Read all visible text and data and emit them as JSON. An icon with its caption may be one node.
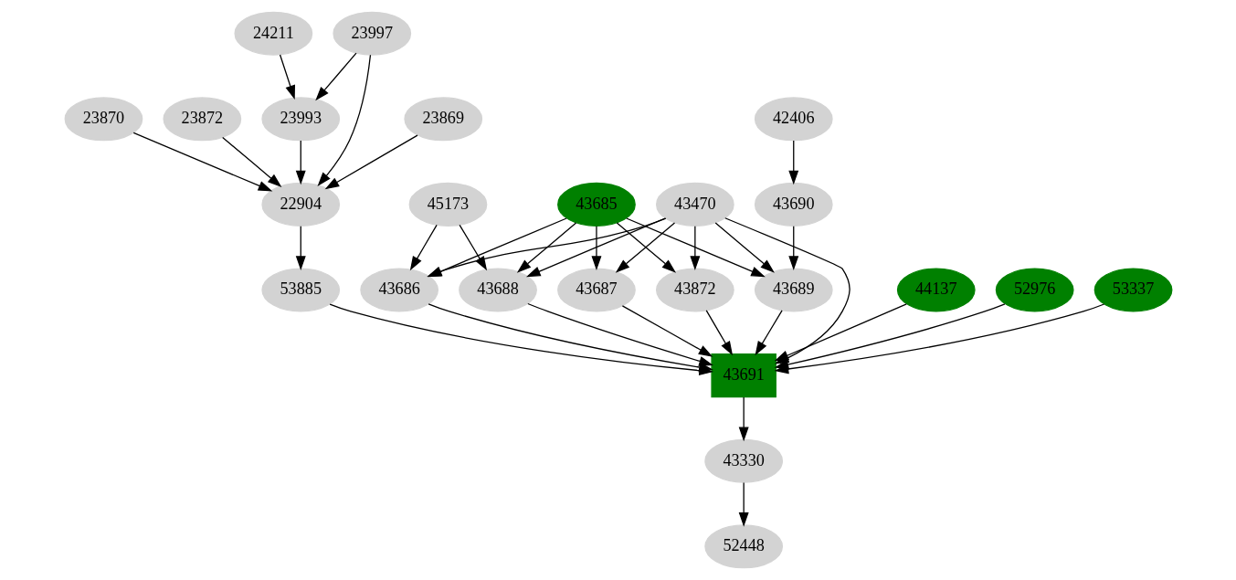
{
  "diagram": {
    "nodes": [
      {
        "text": [
          "24211"
        ]
      },
      {
        "text": [
          "23997"
        ]
      },
      {
        "text": [
          "42406"
        ]
      },
      {
        "text": [
          "23993"
        ]
      },
      {
        "text": [
          "23869"
        ]
      },
      {
        "text": [
          "23870"
        ]
      },
      {
        "text": [
          "23872"
        ]
      },
      {
        "text": [
          "45173"
        ]
      },
      {
        "text": [
          "43470"
        ]
      },
      {
        "text": [
          "43685"
        ]
      },
      {
        "text": [
          "43690"
        ]
      },
      {
        "text": [
          "22904"
        ]
      },
      {
        "text": [
          "44137"
        ]
      },
      {
        "text": [
          "52976"
        ]
      },
      {
        "text": [
          "53337"
        ]
      },
      {
        "text": [
          "43686"
        ]
      },
      {
        "text": [
          "43688"
        ]
      },
      {
        "text": [
          "43687"
        ]
      },
      {
        "text": [
          "43872"
        ]
      },
      {
        "text": [
          "43689"
        ]
      },
      {
        "text": [
          "53885"
        ]
      },
      {
        "text": [
          "43691"
        ]
      },
      {
        "text": [
          "43330"
        ]
      },
      {
        "text": [
          "52448"
        ]
      }
    ],
    "edges": [
      {
        "from": 0,
        "to": 3,
        "arrow": "to"
      },
      {
        "from": 1,
        "to": 3,
        "arrow": "to"
      },
      {
        "from": 1,
        "to": 11,
        "arrow": "to"
      },
      {
        "from": 3,
        "to": 11,
        "arrow": "to"
      },
      {
        "from": 4,
        "to": 11,
        "arrow": "to"
      },
      {
        "from": 5,
        "to": 11,
        "arrow": "to"
      },
      {
        "from": 6,
        "to": 11,
        "arrow": "to"
      },
      {
        "from": 2,
        "to": 10,
        "arrow": "to"
      },
      {
        "from": 7,
        "to": 15,
        "arrow": "to"
      },
      {
        "from": 7,
        "to": 16,
        "arrow": "to"
      },
      {
        "from": 8,
        "to": 15,
        "arrow": "to"
      },
      {
        "from": 8,
        "to": 16,
        "arrow": "to"
      },
      {
        "from": 8,
        "to": 17,
        "arrow": "to"
      },
      {
        "from": 8,
        "to": 18,
        "arrow": "to"
      },
      {
        "from": 8,
        "to": 19,
        "arrow": "to"
      },
      {
        "from": 8,
        "to": 21,
        "arrow": "to"
      },
      {
        "from": 9,
        "to": 15,
        "arrow": "to"
      },
      {
        "from": 9,
        "to": 16,
        "arrow": "to"
      },
      {
        "from": 9,
        "to": 17,
        "arrow": "to"
      },
      {
        "from": 9,
        "to": 18,
        "arrow": "to"
      },
      {
        "from": 9,
        "to": 19,
        "arrow": "to"
      },
      {
        "from": 10,
        "to": 19,
        "arrow": "to"
      },
      {
        "from": 11,
        "to": 20,
        "arrow": "to"
      },
      {
        "from": 12,
        "to": 21,
        "arrow": "to"
      },
      {
        "from": 13,
        "to": 21,
        "arrow": "to"
      },
      {
        "from": 14,
        "to": 21,
        "arrow": "to"
      },
      {
        "from": 15,
        "to": 21,
        "arrow": "to"
      },
      {
        "from": 16,
        "to": 21,
        "arrow": "to"
      },
      {
        "from": 17,
        "to": 21,
        "arrow": "to"
      },
      {
        "from": 18,
        "to": 21,
        "arrow": "to"
      },
      {
        "from": 19,
        "to": 21,
        "arrow": "to"
      },
      {
        "from": 20,
        "to": 21,
        "arrow": "to"
      },
      {
        "from": 21,
        "to": 22,
        "arrow": "to"
      },
      {
        "from": 22,
        "to": 23,
        "arrow": "to"
      }
    ]
  }
}
